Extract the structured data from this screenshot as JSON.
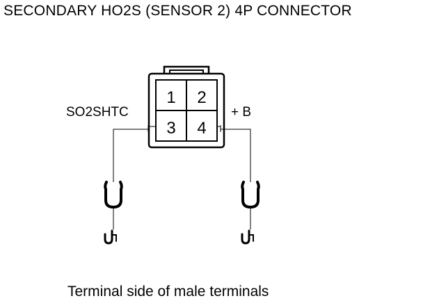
{
  "title": "SECONDARY HO2S (SENSOR 2) 4P CONNECTOR",
  "caption": "Terminal side of male terminals",
  "connector": {
    "pins": [
      "1",
      "2",
      "3",
      "4"
    ],
    "left_label": "SO2SHTC",
    "right_label": "+ B"
  }
}
